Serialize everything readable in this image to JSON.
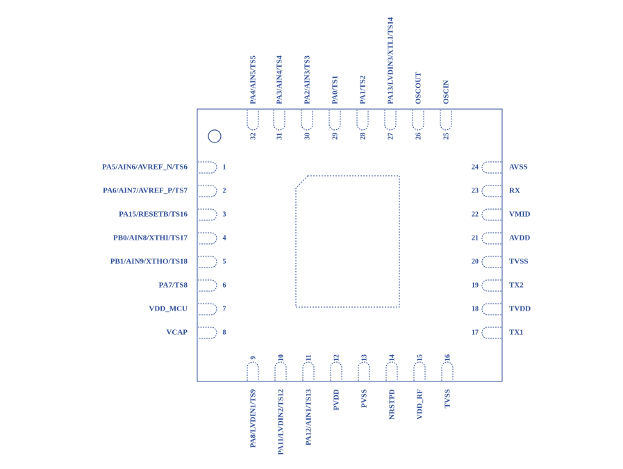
{
  "colors": {
    "ink": "#2f4f9a",
    "background": "#ffffff"
  },
  "pins": {
    "left": [
      {
        "num": "1",
        "name": "PA5/AIN6/AVREF_N/TS6"
      },
      {
        "num": "2",
        "name": "PA6/AIN7/AVREF_P/TS7"
      },
      {
        "num": "3",
        "name": "PA15/RESETB/TS16"
      },
      {
        "num": "4",
        "name": "PB0/AIN8/XTHI/TS17"
      },
      {
        "num": "5",
        "name": "PB1/AIN9/XTHO/TS18"
      },
      {
        "num": "6",
        "name": "PA7/TS8"
      },
      {
        "num": "7",
        "name": "VDD_MCU"
      },
      {
        "num": "8",
        "name": "VCAP"
      }
    ],
    "bottom": [
      {
        "num": "9",
        "name": "PA8/LVDIN1/TS9"
      },
      {
        "num": "10",
        "name": "PA11/LVDIN2/TS12"
      },
      {
        "num": "11",
        "name": "PA12/AIN1/TS13"
      },
      {
        "num": "12",
        "name": "PVDD"
      },
      {
        "num": "13",
        "name": "PVSS"
      },
      {
        "num": "14",
        "name": "NRSTPD"
      },
      {
        "num": "15",
        "name": "VDD_RF"
      },
      {
        "num": "16",
        "name": "TVSS"
      }
    ],
    "right": [
      {
        "num": "17",
        "name": "TX1"
      },
      {
        "num": "18",
        "name": "TVDD"
      },
      {
        "num": "19",
        "name": "TX2"
      },
      {
        "num": "20",
        "name": "TVSS"
      },
      {
        "num": "21",
        "name": "AVDD"
      },
      {
        "num": "22",
        "name": "VMID"
      },
      {
        "num": "23",
        "name": "RX"
      },
      {
        "num": "24",
        "name": "AVSS"
      }
    ],
    "top": [
      {
        "num": "25",
        "name": "OSCIN"
      },
      {
        "num": "26",
        "name": "OSCOUT"
      },
      {
        "num": "27",
        "name": "PA13/LVDIN3/XTLI/TS14"
      },
      {
        "num": "28",
        "name": "PA1/TS2"
      },
      {
        "num": "29",
        "name": "PA0/TS1"
      },
      {
        "num": "30",
        "name": "PA2/AIN3/TS3"
      },
      {
        "num": "31",
        "name": "PA3/AIN4/TS4"
      },
      {
        "num": "32",
        "name": "PA4/AIN5/TS5"
      }
    ]
  }
}
